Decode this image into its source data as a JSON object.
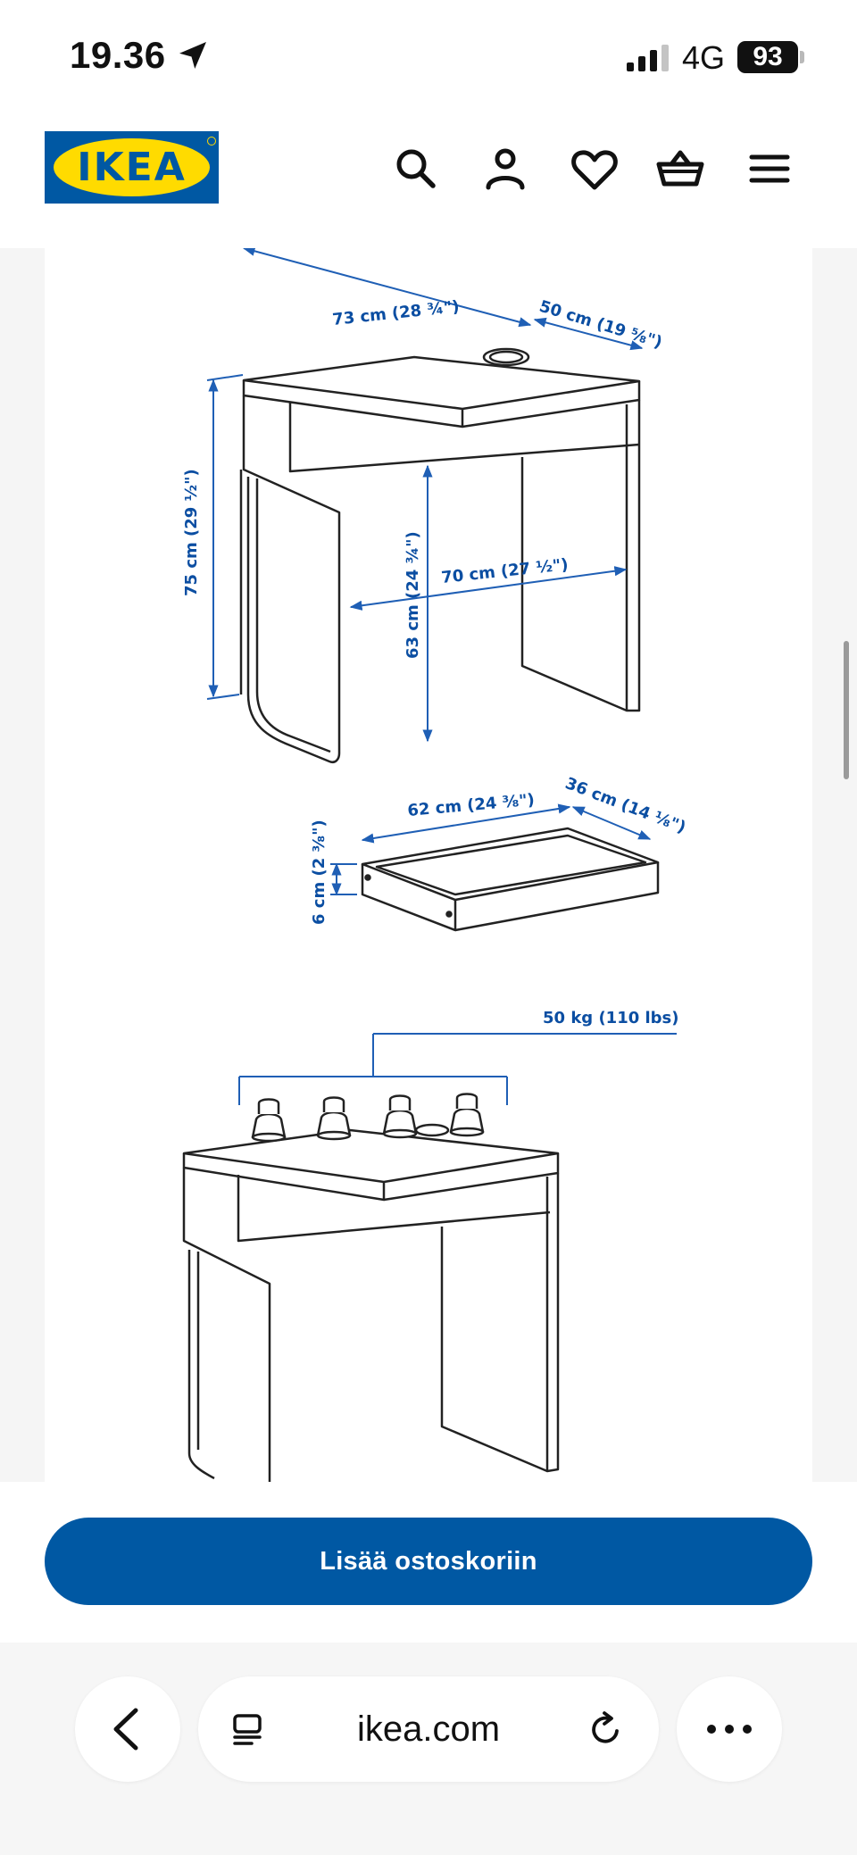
{
  "status_bar": {
    "time": "19.36",
    "network": "4G",
    "battery": "93"
  },
  "header": {
    "logo_text": "IKEA"
  },
  "diagram": {
    "desk": {
      "width": "73 cm (28 ¾\")",
      "depth": "50 cm (19 ⅝\")",
      "height": "75 cm (29 ½\")",
      "inner_width": "70 cm (27 ½\")",
      "inner_height": "63 cm (24 ¾\")"
    },
    "drawer": {
      "width": "62 cm (24 ⅜\")",
      "depth": "36 cm (14 ⅛\")",
      "height": "6 cm (2 ⅜\")"
    },
    "load": {
      "max": "50 kg (110 lbs)"
    }
  },
  "cta": {
    "label": "Lisää ostoskoriin"
  },
  "browser": {
    "url": "ikea.com"
  }
}
